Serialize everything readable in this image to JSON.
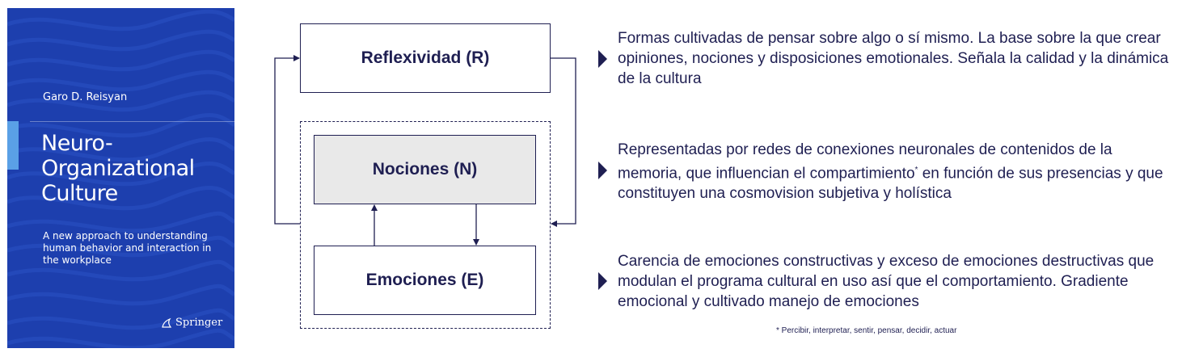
{
  "book_cover": {
    "author": "Garo D. Reisyan",
    "title_lines": [
      "Neuro-",
      "Organizational",
      "Culture"
    ],
    "subtitle": "A new approach to understanding human behavior and interaction in the workplace",
    "publisher": "Springer"
  },
  "diagram": {
    "reflexividad": "Reflexividad (R)",
    "nociones": "Nociones (N)",
    "emociones": "Emociones (E)"
  },
  "descriptions": {
    "reflexividad": "Formas cultivadas de pensar sobre algo o sí mismo. La base sobre la que crear opiniones, nociones y disposiciones emotionales. Señala la calidad y la dinámica de la cultura",
    "nociones_before": "Representadas por redes de conexiones neuronales de contenidos de la memoria, que influencian el compartimiento",
    "nociones_mark": "*",
    "nociones_after": " en función de sus presencias y que constituyen una cosmovision subjetiva y holística",
    "emociones": "Carencia de emociones constructivas y exceso de emociones destructivas que modulan el programa cultural en uso así que el comportamiento. Gradiente emocional y cultivado manejo de emociones"
  },
  "footnote": "* Percibir, interpretar, sentir, pensar, decidir, actuar",
  "colors": {
    "text": "#1f1f52",
    "cover": "#1d3fae",
    "shaded_box": "#e9e9e9"
  }
}
